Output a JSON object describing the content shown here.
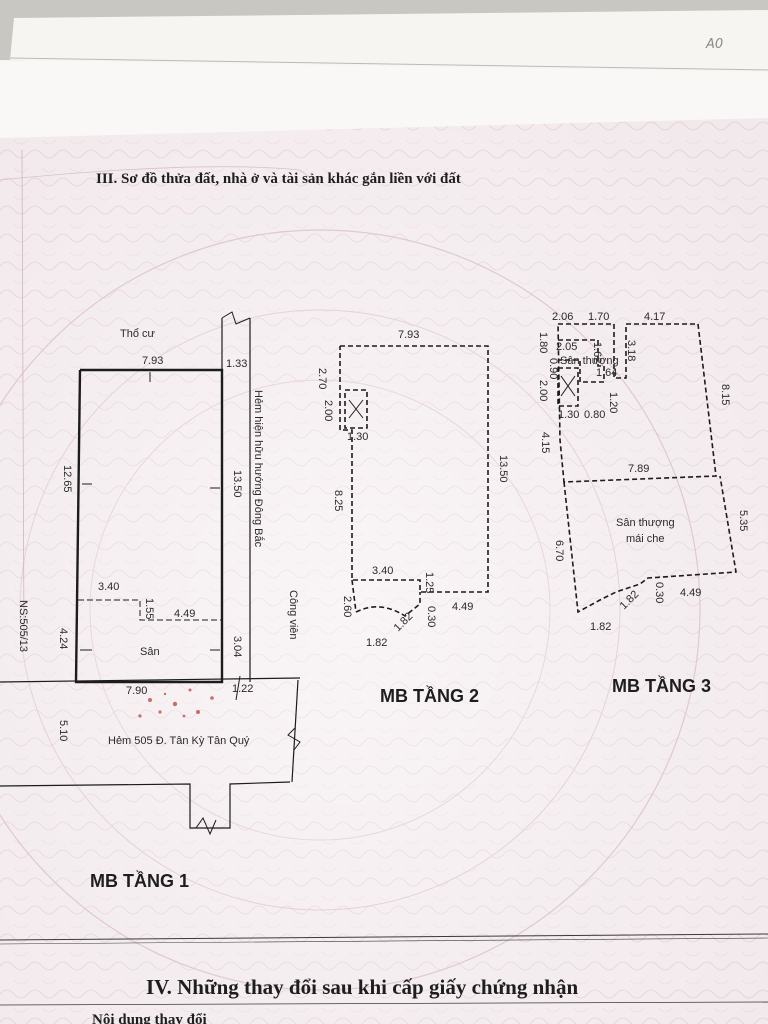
{
  "corner_note": "A0",
  "section_iii_title": "III. Sơ đồ thửa đất, nhà ở và tài sản khác gắn liền với đất",
  "section_iv_title": "IV. Những thay đổi sau khi cấp giấy chứng nhận",
  "section_iv_partial": "Nội dung thay đổi",
  "floor1": {
    "title": "MB TẦNG 1",
    "labels": {
      "north": "Thổ cư",
      "lane_side": "Hẻm hiện hữu hướng Đông Bắc",
      "park": "Công viên",
      "yard": "Sân",
      "front_road": "Hẻm 505 Đ. Tân Kỳ Tân Quý",
      "sheet_ref": "NS:505/13"
    },
    "dims": {
      "top": "7.93",
      "lane_top": "1.33",
      "left": "12.65",
      "right": "13.50",
      "step_w": "3.40",
      "step_h": "1.55",
      "inner_w": "4.49",
      "yard_left": "4.24",
      "yard_right": "3.04",
      "bottom": "7.90",
      "lane_bottom": "1.22",
      "road_depth": "5.10"
    }
  },
  "floor2": {
    "title": "MB TẦNG 2",
    "dims": {
      "top": "7.93",
      "left_top": "2.70",
      "stair_h": "2.00",
      "stair_w": "1.30",
      "left_lower": "8.25",
      "right": "13.50",
      "step_w": "3.40",
      "step_h": "1.25",
      "bal_left": "2.60",
      "bal_a": "1.82",
      "bal_b": "1.82",
      "bal_c": "0.30",
      "bal_w": "4.49"
    }
  },
  "floor3": {
    "title": "MB TẦNG 3",
    "labels": {
      "terrace": "Sân thượng",
      "covered": "Sân thượng\nmái che"
    },
    "dims": {
      "t1": "2.06",
      "t2": "1.70",
      "t3": "4.17",
      "s1": "1.80",
      "s2": "0.90",
      "s3": "2.00",
      "a1": "2.05",
      "a2": "1.62",
      "r1": "3.18",
      "r2": "1.64",
      "r3": "1.20",
      "w1": "1.30",
      "w2": "0.80",
      "right": "8.15",
      "left": "4.15",
      "mid": "7.89",
      "cov_left": "6.70",
      "cov_right": "5.35",
      "bal_a": "1.82",
      "bal_b": "1.82",
      "bal_c": "0.30",
      "bal_w": "4.49"
    }
  },
  "colors": {
    "paper": "#f3ecee",
    "pattern": "#dcc4cc",
    "ink": "#1c1c1c",
    "stamp": "#b23a3a"
  }
}
